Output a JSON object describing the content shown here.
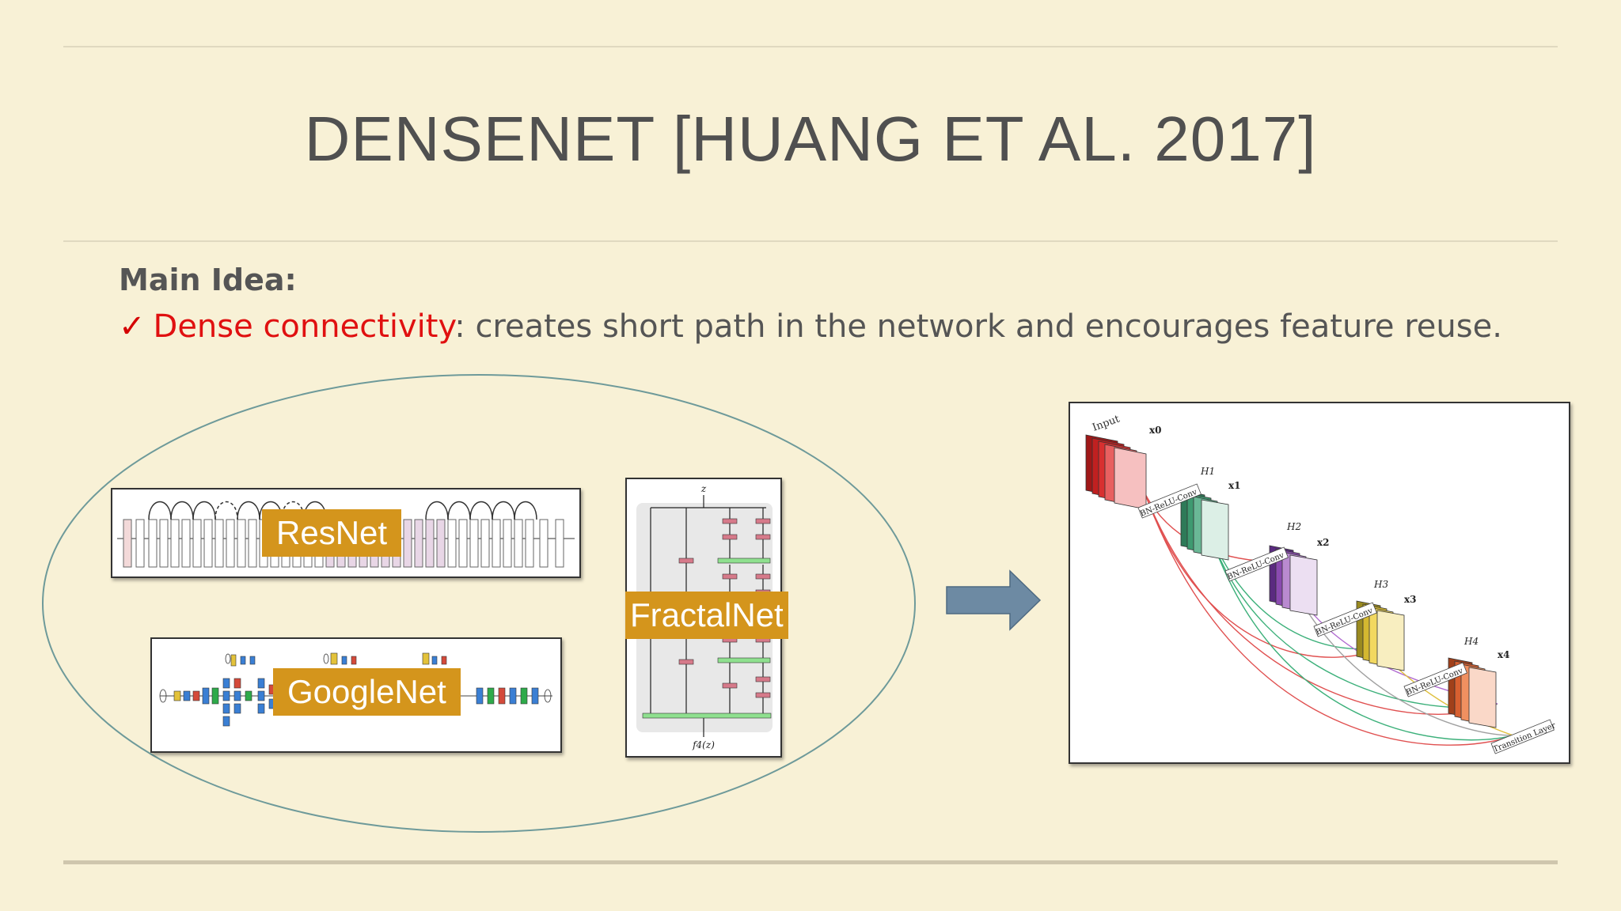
{
  "slide": {
    "title": "DENSENET [HUANG ET AL. 2017]",
    "main_idea_label": "Main Idea:",
    "bullet": {
      "check": "✓",
      "highlight": "Dense connectivity",
      "rest": ": creates short path in the network and encourages feature reuse."
    }
  },
  "related_nets": {
    "resnet_label": "ResNet",
    "googlenet_label": "GoogleNet",
    "fractalnet_label": "FractalNet"
  },
  "fractal_diagram": {
    "input": "z",
    "output": "f4(z)"
  },
  "densenet_diagram": {
    "input_label": "Input",
    "features": [
      "x0",
      "x1",
      "x2",
      "x3",
      "x4"
    ],
    "layers": [
      "H1",
      "H2",
      "H3",
      "H4"
    ],
    "op_label": "BN-ReLU-Conv",
    "transition_label": "Transition Layer"
  },
  "colors": {
    "background": "#f8f1d6",
    "title": "#505050",
    "highlight": "#e01010",
    "tag": "#d4951c",
    "ellipse": "#6e9a9a",
    "arrow": "#6d8aa3"
  }
}
